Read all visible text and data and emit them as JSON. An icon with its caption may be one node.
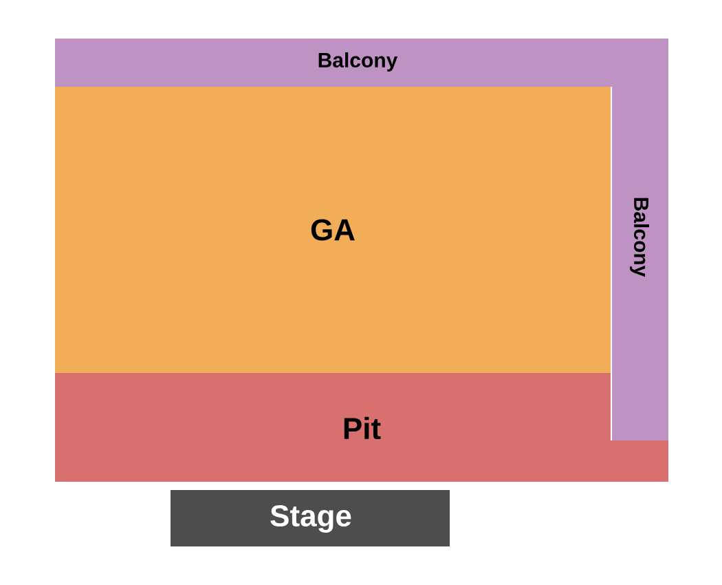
{
  "diagram": {
    "nodes": [
      {
        "text": [
          "Balcony",
          "Balcony"
        ]
      },
      {
        "text": [
          "GA"
        ]
      },
      {
        "text": [
          "Pit"
        ]
      },
      {
        "text": [
          "Stage"
        ]
      }
    ]
  }
}
